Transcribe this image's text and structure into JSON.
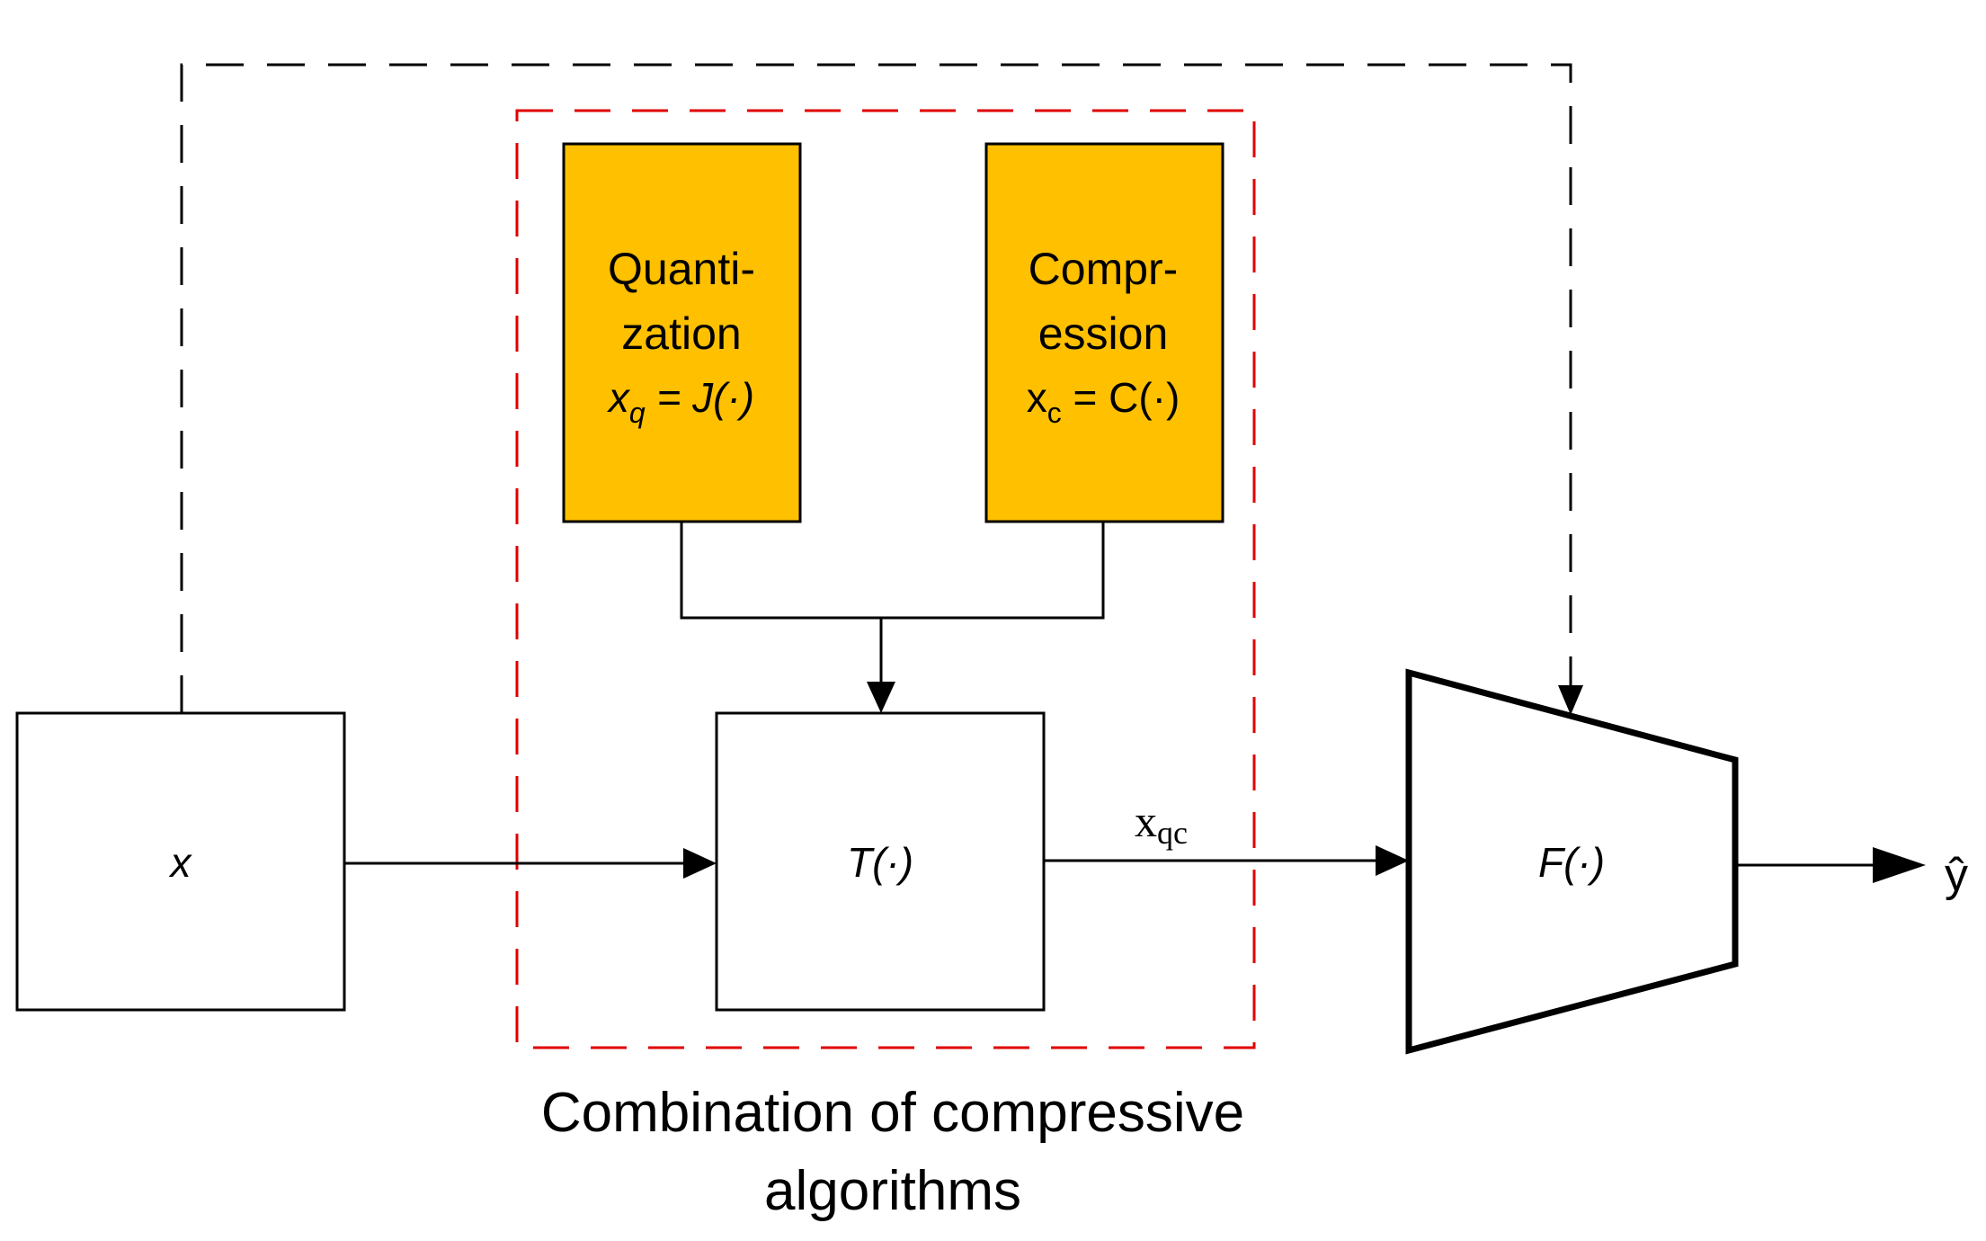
{
  "input_block": {
    "label": "x"
  },
  "quantization_block": {
    "line1": "Quanti-",
    "line2": "zation",
    "formula_var": "x",
    "formula_sub": "q",
    "formula_rest": " = J(·)"
  },
  "compression_block": {
    "line1": "Compr-",
    "line2": "ession",
    "formula_var": "x",
    "formula_sub": "c",
    "formula_rest": " = C(·)"
  },
  "transform_block": {
    "label": "T(·)"
  },
  "edge_label": {
    "var": "x",
    "sub": "qc"
  },
  "model_block": {
    "label": "F(·)"
  },
  "output_label": "ŷ",
  "group_caption": {
    "line1": "Combination of compressive",
    "line2": "algorithms"
  },
  "colors": {
    "block_fill": "#FFC000",
    "group_border": "#E00000",
    "line": "#000000"
  }
}
